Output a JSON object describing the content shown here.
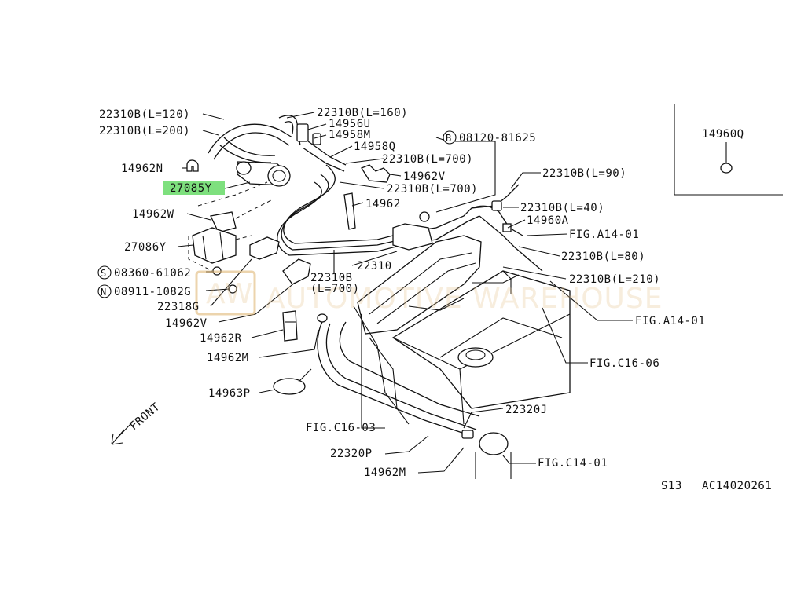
{
  "labels": {
    "l_22310B_120": "22310B(L=120)",
    "l_22310B_200": "22310B(L=200)",
    "l_22310B_160": "22310B(L=160)",
    "l_14956U": "14956U",
    "l_14958M": "14958M",
    "l_14958Q": "14958Q",
    "l_22310B_700a": "22310B(L=700)",
    "l_22310B_700b": "22310B(L=700)",
    "l_14962N": "14962N",
    "l_27085Y": "27085Y",
    "l_14962V_top": "14962V",
    "l_14962": "14962",
    "l_14962W": "14962W",
    "l_27086Y": "27086Y",
    "l_08360": "08360-61062",
    "l_08911": "08911-1082G",
    "l_22318G": "22318G",
    "l_14962V_bot": "14962V",
    "l_14962R": "14962R",
    "l_14962M_left": "14962M",
    "l_14963P": "14963P",
    "l_22310": "22310",
    "l_22310B_mid": "22310B",
    "l_L700_mid": "(L=700)",
    "l_08120": "08120-81625",
    "l_22310B_90": "22310B(L=90)",
    "l_22310B_40": "22310B(L=40)",
    "l_14960A": "14960A",
    "l_figA14_01a": "FIG.A14-01",
    "l_22310B_80": "22310B(L=80)",
    "l_22310B_210": "22310B(L=210)",
    "l_figA14_01b": "FIG.A14-01",
    "l_figC16_06": "FIG.C16-06",
    "l_22320J": "22320J",
    "l_figC16_03": "FIG.C16-03",
    "l_22320P": "22320P",
    "l_14962M_bot": "14962M",
    "l_figC14_01": "FIG.C14-01",
    "l_14960Q": "14960Q",
    "l_front": "FRONT",
    "l_s13": "S13",
    "l_ac": "AC14020261"
  },
  "callout_letters": {
    "B": "B",
    "S": "S",
    "N": "N"
  },
  "highlight": {
    "part_number": "27085Y",
    "color": "#7ee07e"
  },
  "watermark": {
    "logo_text": "AW",
    "text": "AUTOMOTIVE WAREHOUSE"
  }
}
